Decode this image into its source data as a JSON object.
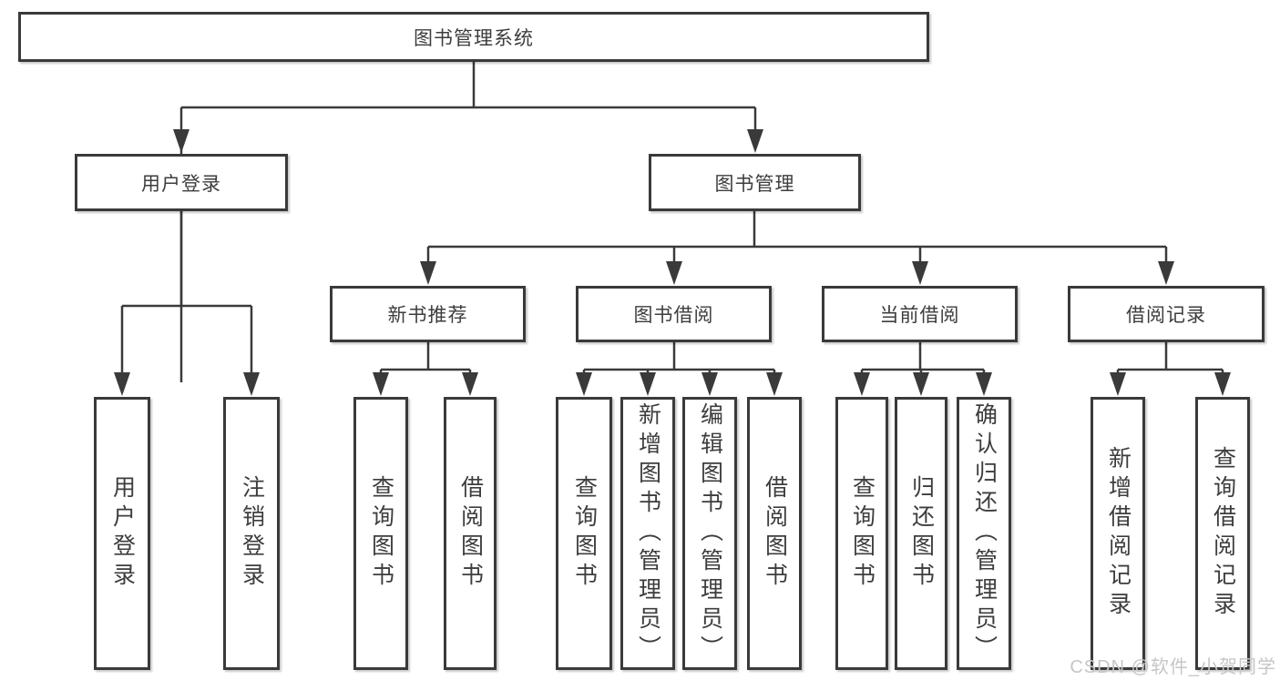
{
  "diagram_title": "图书管理系统",
  "tree": {
    "root": {
      "label": "图书管理系统"
    },
    "branches": [
      {
        "label": "用户登录",
        "children": [
          {
            "label": "用户登录"
          },
          {
            "label": "注销登录"
          }
        ]
      },
      {
        "label": "图书管理",
        "sections": [
          {
            "label": "新书推荐",
            "children": [
              {
                "label": "查询图书"
              },
              {
                "label": "借阅图书"
              }
            ]
          },
          {
            "label": "图书借阅",
            "children": [
              {
                "label": "查询图书"
              },
              {
                "label": "新增图书（管理员）"
              },
              {
                "label": "编辑图书（管理员）"
              },
              {
                "label": "借阅图书"
              }
            ]
          },
          {
            "label": "当前借阅",
            "children": [
              {
                "label": "查询图书"
              },
              {
                "label": "归还图书"
              },
              {
                "label": "确认归还（管理员）"
              }
            ]
          },
          {
            "label": "借阅记录",
            "children": [
              {
                "label": "新增借阅记录"
              },
              {
                "label": "查询借阅记录"
              }
            ]
          }
        ]
      }
    ]
  },
  "watermark": {
    "text": "CSDN @软件_小贺同学"
  },
  "colors": {
    "line": "#3a3a3a",
    "box_border": "#3a3a3a",
    "text": "#3d3d3d",
    "watermark": "#c6c6c6",
    "background": "#ffffff"
  }
}
